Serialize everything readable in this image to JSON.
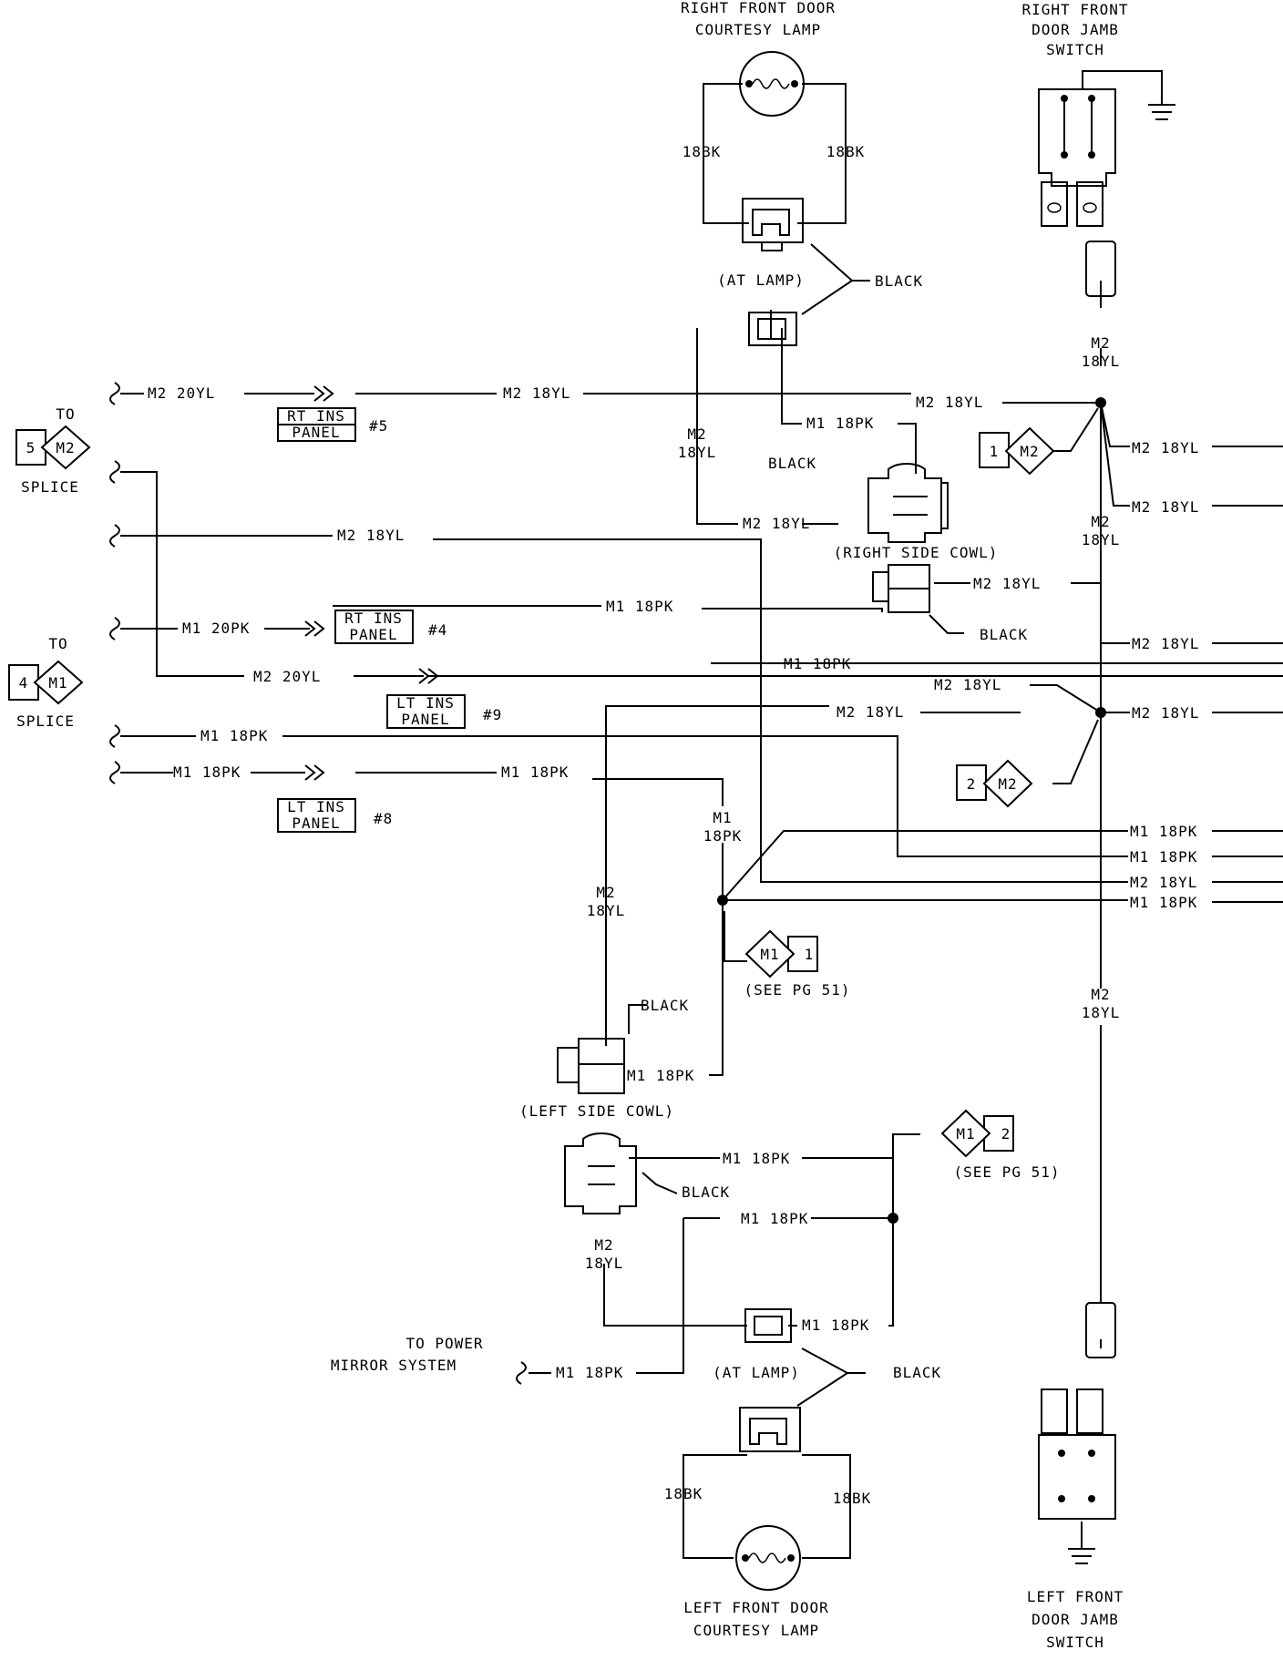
{
  "title": "",
  "components": {
    "rf_lamp_title": [
      "RIGHT FRONT DOOR",
      "COURTESY LAMP"
    ],
    "rf_jamb_title": [
      "RIGHT FRONT",
      "DOOR JAMB",
      "SWITCH"
    ],
    "lf_lamp_title": [
      "LEFT FRONT DOOR",
      "COURTESY LAMP"
    ],
    "lf_jamb_title": [
      "LEFT FRONT",
      "DOOR JAMB",
      "SWITCH"
    ],
    "at_lamp_top": "(AT LAMP)",
    "at_lamp_bottom": "(AT LAMP)",
    "right_side_cowl": "(RIGHT SIDE COWL)",
    "left_side_cowl": "(LEFT SIDE COWL)",
    "to_power_mirror": [
      "TO POWER",
      "MIRROR SYSTEM"
    ],
    "see_pg_51_a": "(SEE PG 51)",
    "see_pg_51_b": "(SEE PG 51)"
  },
  "panels": {
    "rt_ins_5": {
      "line1": "RT INS",
      "line2": "PANEL",
      "num": "#5"
    },
    "rt_ins_4": {
      "line1": "RT INS",
      "line2": "PANEL",
      "num": "#4"
    },
    "lt_ins_9": {
      "line1": "LT INS",
      "line2": "PANEL",
      "num": "#9"
    },
    "lt_ins_8": {
      "line1": "LT INS",
      "line2": "PANEL",
      "num": "#8"
    }
  },
  "splices": {
    "to": "TO",
    "splice": "SPLICE",
    "s5": {
      "num": "5",
      "code": "M2"
    },
    "s4": {
      "num": "4",
      "code": "M1"
    },
    "r1": {
      "num": "1",
      "code": "M2"
    },
    "r2": {
      "num": "2",
      "code": "M2"
    },
    "p1": {
      "num": "1",
      "code": "M1"
    },
    "p2": {
      "num": "2",
      "code": "M1"
    }
  },
  "colors": {
    "black": "BLACK"
  },
  "wires": {
    "m2_20yl": "M2 20YL",
    "m2_18yl": "M2 18YL",
    "m1_20pk": "M1 20PK",
    "m1_18pk": "M1 18PK",
    "b18bk": "18BK",
    "m2": "M2",
    "m1": "M1",
    "w18yl": "18YL",
    "w18pk": "18PK"
  }
}
